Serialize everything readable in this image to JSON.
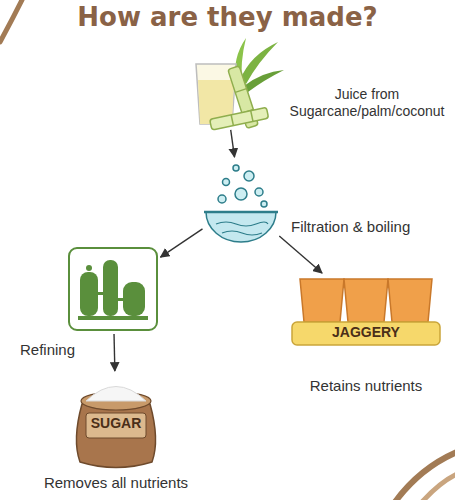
{
  "diagram": {
    "title": "How are they made?",
    "nodes": [
      {
        "text": [
          "Juice from Sugarcane/palm/coconut"
        ]
      },
      {
        "text": [
          "Filtration & boiling"
        ]
      },
      {
        "text": [
          "Refining"
        ]
      },
      {
        "text": [
          "SUGAR",
          "Removes all nutrients"
        ]
      },
      {
        "text": [
          "JAGGERY",
          "Retains nutrients"
        ]
      }
    ],
    "edges": [
      {
        "from": 0,
        "to": 1,
        "arrow": "to"
      },
      {
        "from": 1,
        "to": 2,
        "arrow": "to"
      },
      {
        "from": 1,
        "to": 4,
        "arrow": "to"
      },
      {
        "from": 2,
        "to": 3,
        "arrow": "to"
      }
    ]
  }
}
